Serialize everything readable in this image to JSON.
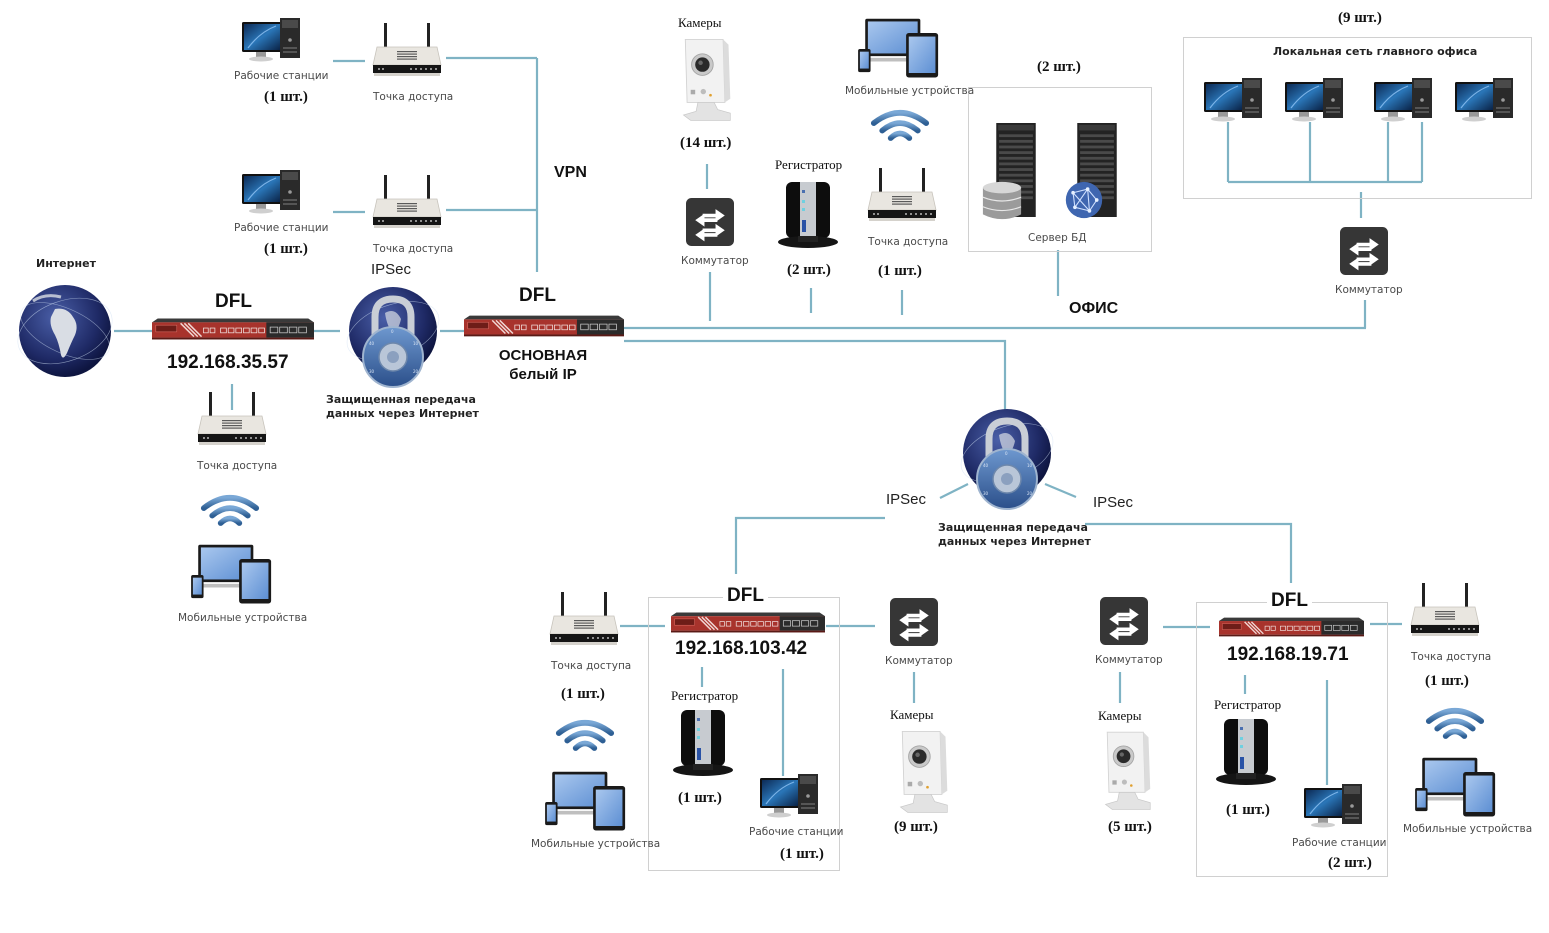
{
  "diagram": {
    "internet_label": "Интернет",
    "vpn_label": "VPN",
    "office_label": "ОФИС",
    "ipsec_label": "IPSec",
    "secure_label_line1": "Защищенная передача",
    "secure_label_line2": "данных через Интернет",
    "colors": {
      "wire": "#7fb3c4",
      "frame": "#d0d0d0",
      "firewall": "#b83a32"
    },
    "branch_top": {
      "ws1": {
        "label": "Рабочие станции",
        "qty": "(1 шт.)"
      },
      "ap1": {
        "label": "Точка доступа"
      },
      "ws2": {
        "label": "Рабочие станции",
        "qty": "(1 шт.)"
      },
      "ap2": {
        "label": "Точка доступа"
      }
    },
    "dfl_left": {
      "title": "DFL",
      "ip": "192.168.35.57",
      "ap_label": "Точка доступа",
      "mobile_label": "Мобильные устройства"
    },
    "dfl_main": {
      "title": "DFL",
      "line1": "ОСНОВНАЯ",
      "line2": "белый IP"
    },
    "office": {
      "cameras_label": "Камеры",
      "cameras_qty": "(14 шт.)",
      "switch_label": "Коммутатор",
      "recorder_label": "Регистратор",
      "recorder_qty": "(2 шт.)",
      "mobile_label": "Мобильные устройства",
      "ap_label": "Точка доступа",
      "ap_qty": "(1 шт.)",
      "servers_qty": "(2 шт.)",
      "servers_label": "Сервер БД",
      "lan_qty": "(9 шт.)",
      "lan_title": "Локальная сеть главного офиса",
      "lan_switch_label": "Коммутатор"
    },
    "branch_a": {
      "title": "DFL",
      "ip": "192.168.103.42",
      "ap_label": "Точка доступа",
      "ap_qty": "(1 шт.)",
      "mobile_label": "Мобильные устройства",
      "recorder_label": "Регистратор",
      "recorder_qty": "(1 шт.)",
      "ws_label": "Рабочие станции",
      "ws_qty": "(1 шт.)",
      "switch_label": "Коммутатор",
      "cameras_label": "Камеры",
      "cameras_qty": "(9 шт.)"
    },
    "branch_b": {
      "title": "DFL",
      "ip": "192.168.19.71",
      "switch_label": "Коммутатор",
      "cameras_label": "Камеры",
      "cameras_qty": "(5 шт.)",
      "recorder_label": "Регистратор",
      "recorder_qty": "(1 шт.)",
      "ws_label": "Рабочие станции",
      "ws_qty": "(2 шт.)",
      "ap_label": "Точка доступа",
      "ap_qty": "(1 шт.)",
      "mobile_label": "Мобильные устройства"
    }
  }
}
